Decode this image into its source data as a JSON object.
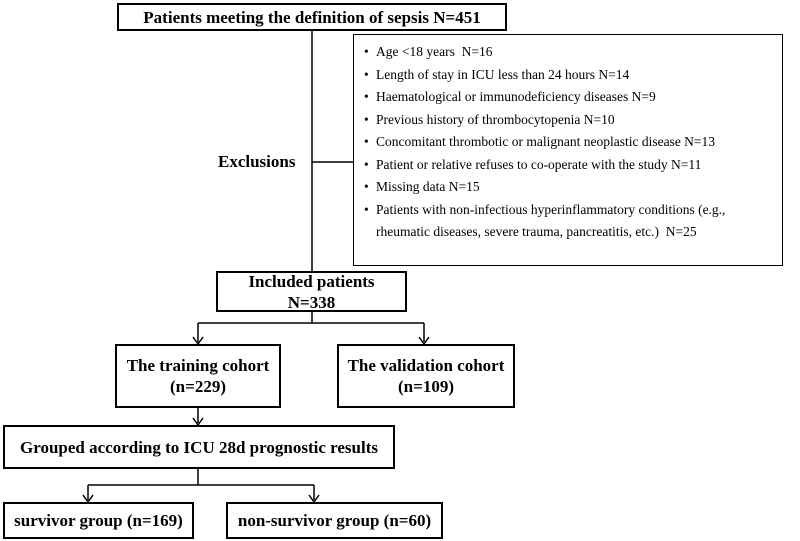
{
  "nodes": {
    "sepsis": "Patients meeting the definition of sepsis N=451",
    "exclusions_label": "Exclusions",
    "included_line1": "Included patients",
    "included_line2": "N=338",
    "training_line1": "The training cohort",
    "training_line2": "(n=229)",
    "validation_line1": "The validation cohort",
    "validation_line2": "(n=109)",
    "grouped": "Grouped according to ICU 28d prognostic results",
    "survivor": "survivor group (n=169)",
    "nonsurvivor": "non-survivor group  (n=60)"
  },
  "exclusions": {
    "bullet": "•",
    "items": [
      "Age <18 years  N=16",
      "Length of stay in ICU less than 24 hours N=14",
      "Haematological or immunodeficiency diseases N=9",
      "Previous history of thrombocytopenia N=10",
      "Concomitant thrombotic or malignant neoplastic disease N=13",
      "Patient or relative refuses to co-operate with the study N=11",
      "Missing data N=15",
      "Patients with non-infectious hyperinflammatory conditions (e.g.,\nrheumatic diseases, severe trauma, pancreatitis, etc.)  N=25"
    ]
  }
}
